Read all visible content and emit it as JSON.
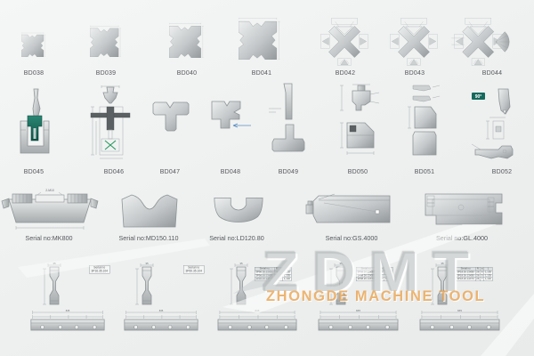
{
  "watermark": {
    "brand": "ZDMT",
    "subtitle": "ZHONGDE MACHINE TOOL"
  },
  "row1": {
    "items": [
      {
        "label": "BD038"
      },
      {
        "label": "BD039"
      },
      {
        "label": "BD040"
      },
      {
        "label": "BD041"
      },
      {
        "label": "BD042"
      },
      {
        "label": "BD043"
      },
      {
        "label": "BD044"
      }
    ]
  },
  "row2": {
    "badge": "90°",
    "items": [
      {
        "label": "BD045"
      },
      {
        "label": "BD046"
      },
      {
        "label": "BD047"
      },
      {
        "label": "BD048"
      },
      {
        "label": "BD049"
      },
      {
        "label": "BD050"
      },
      {
        "label": "BD051"
      },
      {
        "label": "BD052"
      }
    ]
  },
  "row3": {
    "items": [
      {
        "label": "Serial no:MK800",
        "note": "2-M10"
      },
      {
        "label": "Serial no:MD150.110"
      },
      {
        "label": "Serial no:LD120.80"
      },
      {
        "label": "Serial no:GS.4000"
      },
      {
        "label": "Serial no:GL.4000"
      }
    ]
  },
  "row4": {
    "dims": {
      "bar_total": "835",
      "pin_width": "35"
    },
    "boxes": [
      {
        "line1": "Serial no",
        "line2": "3P16.35.104"
      },
      {
        "line1": "Serial no",
        "line2": "3P60.35.104"
      }
    ],
    "table_header": [
      "Serial no",
      "N",
      "a",
      "L"
    ],
    "tables": [
      {
        "rows": [
          [
            "3P96.26.13X80",
            "26",
            "6",
            "1,130"
          ],
          [
            "3P96.26.13X85",
            "26",
            "5",
            "1,135"
          ],
          [
            "3P96.26.14X70",
            "26",
            "7",
            "1,140"
          ]
        ]
      },
      {
        "rows": [
          [
            "3P98.26.13X80",
            "26",
            "6",
            "1,130"
          ],
          [
            "3P98.26.13X85",
            "26",
            "5",
            "1,135"
          ],
          [
            "3P98.26.14X70",
            "26",
            "7",
            "1,140"
          ]
        ]
      },
      {
        "rows": [
          [
            "3P18.26.13X80",
            "26",
            "6",
            "1,130"
          ],
          [
            "3P18.26.13X85",
            "26",
            "5",
            "1,135"
          ],
          [
            "3P18.26.14X70",
            "26",
            "7",
            "1,140"
          ]
        ]
      }
    ]
  }
}
